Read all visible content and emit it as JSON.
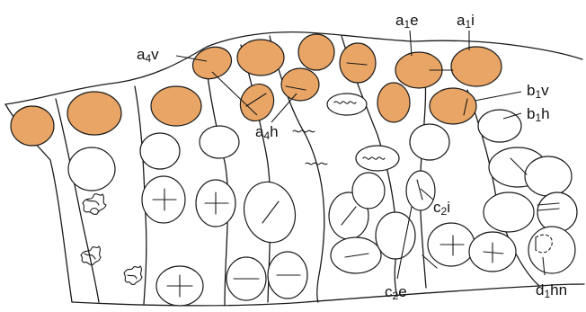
{
  "colors": {
    "pigment_fill": "#e8a565",
    "pigment_stroke": "#b07030",
    "ink": "#1a1a1a",
    "background": "#ffffff"
  },
  "labels": [
    {
      "id": "a4v",
      "base": "a",
      "sub": "4",
      "suffix": "v"
    },
    {
      "id": "a4h",
      "base": "a",
      "sub": "4",
      "suffix": "h"
    },
    {
      "id": "a1e",
      "base": "a",
      "sub": "1",
      "suffix": "e"
    },
    {
      "id": "a1i",
      "base": "a",
      "sub": "1",
      "suffix": "i"
    },
    {
      "id": "b1v",
      "base": "b",
      "sub": "1",
      "suffix": "v"
    },
    {
      "id": "b1h",
      "base": "b",
      "sub": "1",
      "suffix": "h"
    },
    {
      "id": "c2i",
      "base": "c",
      "sub": "2",
      "suffix": "i"
    },
    {
      "id": "c2e",
      "base": "c",
      "sub": "2",
      "suffix": "e"
    },
    {
      "id": "d1hn",
      "base": "d",
      "sub": "1",
      "suffix": "hn"
    }
  ]
}
